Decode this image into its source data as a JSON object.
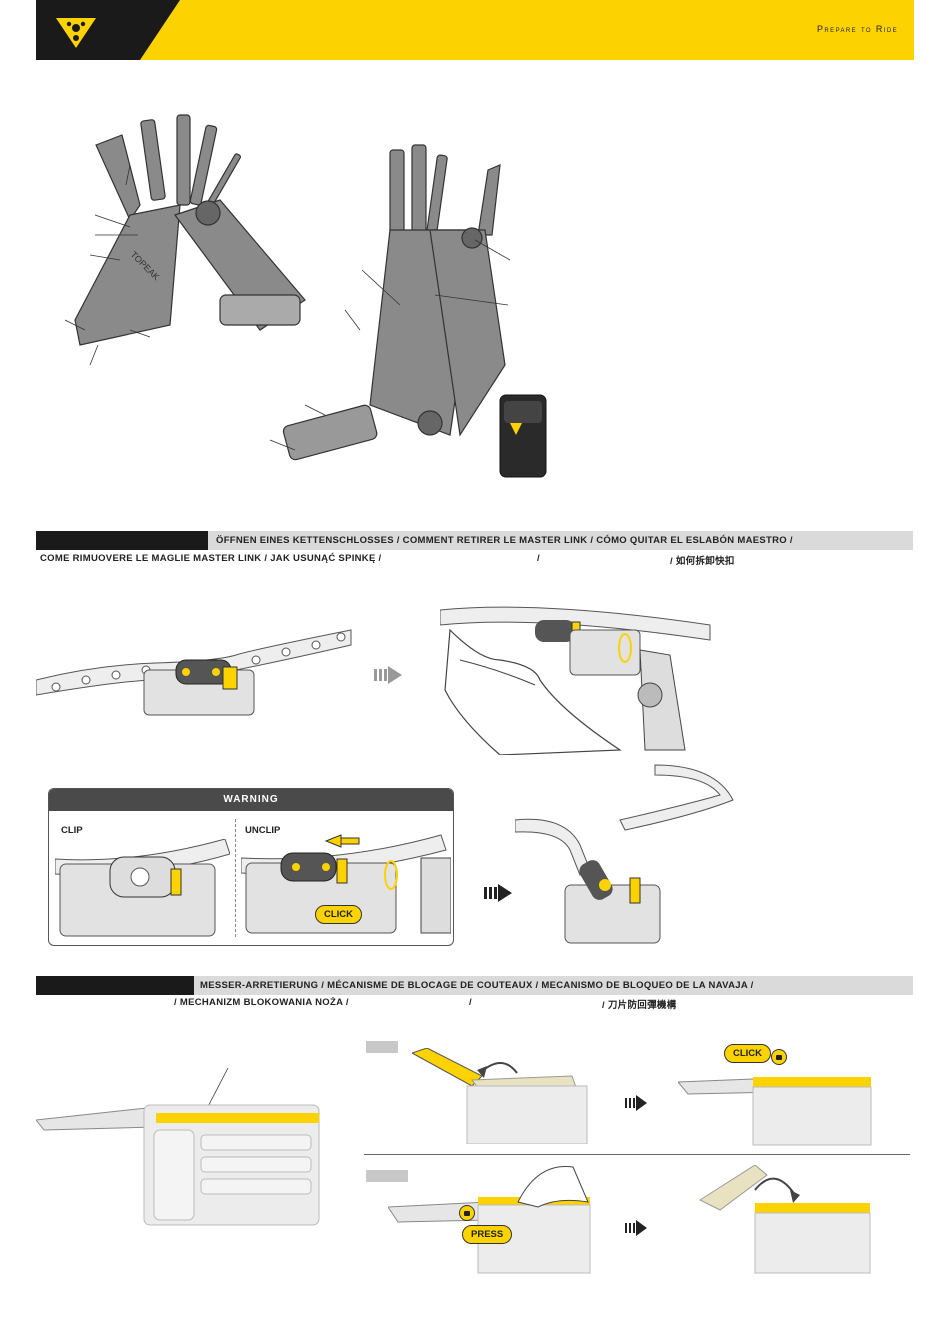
{
  "header": {
    "tagline": "Prepare to Ride",
    "brand_color": "#fcd300"
  },
  "section_chain": {
    "line1": "ÖFFNEN EINES KETTENSCHLOSSES  /  COMMENT RETIRER LE MASTER LINK  / CÓMO QUITAR EL ESLABÓN MAESTRO /",
    "line2_a": "COME RIMUOVERE LE MAGLIE MASTER LINK  /  JAK USUNĄĆ SPINKĘ  /",
    "line2_b": "/",
    "line2_c": "/ 如何拆卸快扣"
  },
  "warning": {
    "title": "WARNING",
    "clip_label": "CLIP",
    "unclip_label": "UNCLIP",
    "click_badge": "CLICK"
  },
  "section_knife": {
    "line1": "MESSER-ARRETIERUNG  / MÉCANISME DE BLOCAGE DE COUTEAUX  / MECANISMO DE BLOQUEO DE LA NAVAJA /",
    "line2_a": "/  MECHANIZM BLOKOWANIA NOŻA /",
    "line2_b": "/",
    "line2_c": "/ 刀片防回彈機構"
  },
  "knife_steps": {
    "click_badge": "CLICK",
    "press_badge": "PRESS"
  }
}
